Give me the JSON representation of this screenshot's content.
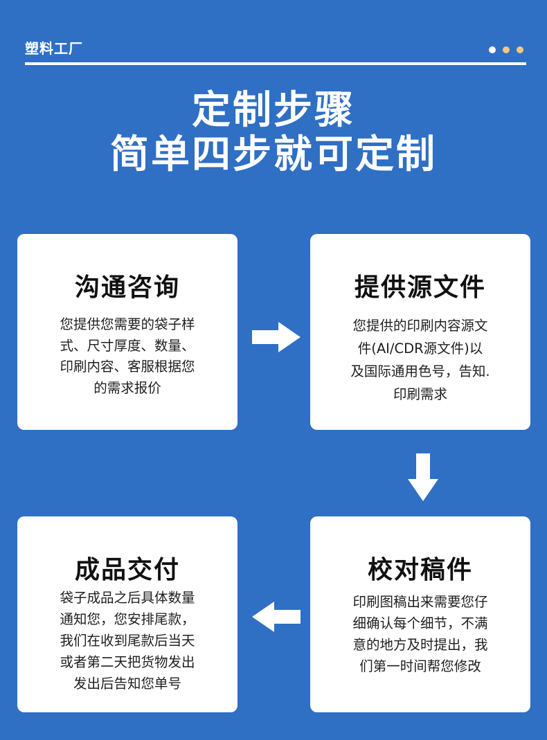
{
  "header": {
    "brand": "塑料工厂",
    "dot_colors": [
      "#ffffff",
      "#f4c77e",
      "#f4c77e"
    ]
  },
  "title": {
    "line1": "定制步骤",
    "line2": "简单四步就可定制"
  },
  "steps": [
    {
      "title": "沟通咨询",
      "desc": [
        "您提供您需要的袋子样",
        "式、尺寸厚度、数量、",
        "印刷内容、客服根据您",
        "的需求报价"
      ]
    },
    {
      "title": "提供源文件",
      "desc": [
        "您提供的印刷内容源文",
        "件(AI/CDR源文件)以",
        "及国际通用色号，告知.",
        "印刷需求"
      ]
    },
    {
      "title": "成品交付",
      "desc": [
        "袋子成品之后具体数量",
        "通知您，您安排尾款，",
        "我们在收到尾款后当天",
        "或者第二天把货物发出",
        "发出后告知您单号"
      ]
    },
    {
      "title": "校对稿件",
      "desc": [
        "印刷图稿出来需要您仔",
        "细确认每个细节，不满",
        "意的地方及时提出，我",
        "们第一时间帮您修改"
      ]
    }
  ],
  "colors": {
    "background": "#2f6fc4",
    "card": "#ffffff",
    "arrow": "#ffffff"
  }
}
